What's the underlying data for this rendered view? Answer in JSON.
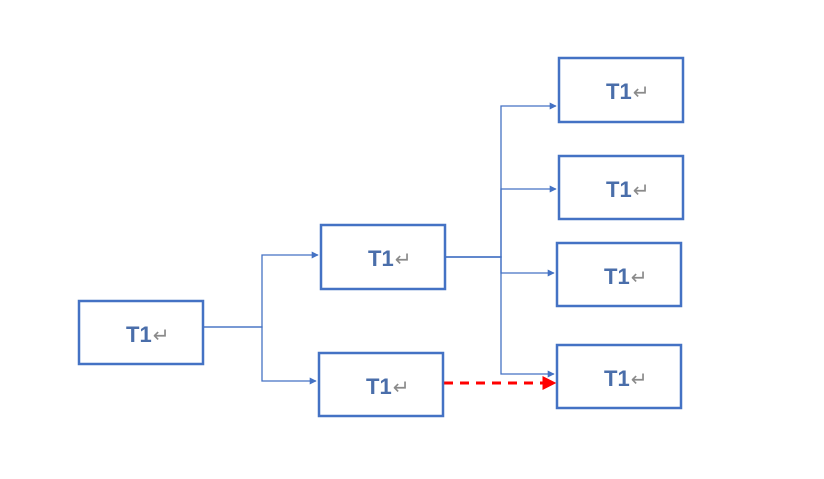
{
  "diagram": {
    "colors": {
      "box_stroke": "#4472c4",
      "text": "#4a6eaa",
      "return_mark": "#8a8a8a",
      "connector": "#4472c4",
      "dashed_connector": "#ff0000"
    },
    "return_mark": "↵",
    "nodes": [
      {
        "id": "root",
        "label": "T1"
      },
      {
        "id": "mid-upper",
        "label": "T1"
      },
      {
        "id": "mid-lower",
        "label": "T1"
      },
      {
        "id": "leaf-1",
        "label": "T1"
      },
      {
        "id": "leaf-2",
        "label": "T1"
      },
      {
        "id": "leaf-3",
        "label": "T1"
      },
      {
        "id": "leaf-4",
        "label": "T1"
      }
    ],
    "edges": [
      {
        "from": "root",
        "to": "mid-upper",
        "style": "solid"
      },
      {
        "from": "root",
        "to": "mid-lower",
        "style": "solid"
      },
      {
        "from": "mid-upper",
        "to": "leaf-1",
        "style": "solid"
      },
      {
        "from": "mid-upper",
        "to": "leaf-2",
        "style": "solid"
      },
      {
        "from": "mid-upper",
        "to": "leaf-3",
        "style": "solid"
      },
      {
        "from": "mid-upper",
        "to": "leaf-4",
        "style": "solid"
      },
      {
        "from": "mid-lower",
        "to": "leaf-4",
        "style": "dashed"
      }
    ]
  }
}
